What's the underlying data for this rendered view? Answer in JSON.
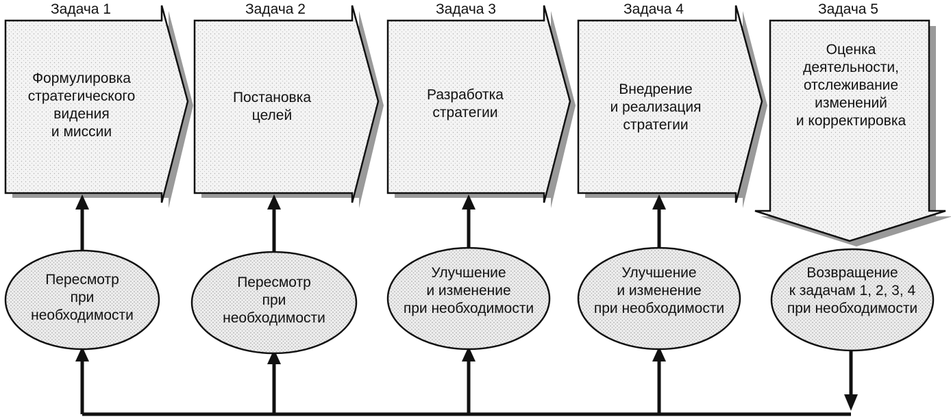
{
  "tasks": [
    {
      "label": "Задача 1",
      "lines": [
        "Формулировка",
        "стратегического",
        "видения",
        "и миссии"
      ]
    },
    {
      "label": "Задача 2",
      "lines": [
        "Постановка",
        "целей"
      ]
    },
    {
      "label": "Задача 3",
      "lines": [
        "Разработка",
        "стратегии"
      ]
    },
    {
      "label": "Задача  4",
      "lines": [
        "Внедрение",
        "и реализация",
        "стратегии"
      ]
    },
    {
      "label": "Задача 5",
      "lines": [
        "Оценка",
        "деятельности,",
        "отслеживание",
        "изменений",
        "и корректировка"
      ]
    }
  ],
  "revisions": [
    {
      "lines": [
        "Пересмотр",
        "при",
        "необходимости"
      ]
    },
    {
      "lines": [
        "Пересмотр",
        "при",
        "необходимости"
      ]
    },
    {
      "lines": [
        "Улучшение",
        "и изменение",
        "при необходимости"
      ]
    },
    {
      "lines": [
        "Улучшение",
        "и изменение",
        "при необходимости"
      ]
    },
    {
      "lines": [
        "Возвращение",
        "к задачам 1, 2, 3, 4",
        "при необходимости"
      ]
    }
  ],
  "colors": {
    "fill": "#f2f2f2",
    "stroke": "#111111",
    "shadow": "#9a9a9a"
  }
}
